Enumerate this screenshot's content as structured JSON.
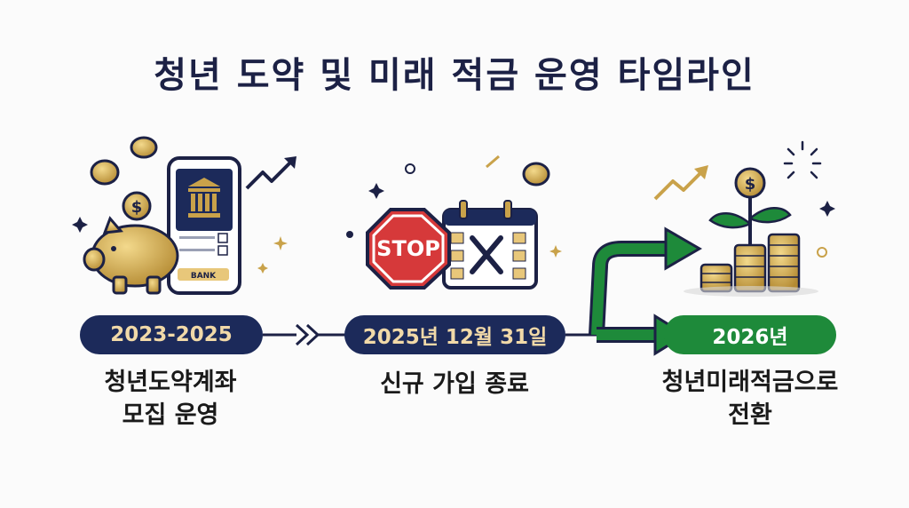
{
  "title": "청년 도약 및 미래 적금 운영 타임라인",
  "steps": [
    {
      "period": "2023-2025",
      "caption_line1": "청년도약계좌",
      "caption_line2": "모집 운영"
    },
    {
      "period": "2025년 12월 31일",
      "caption_line1": "신규 가입 종료",
      "caption_line2": ""
    },
    {
      "period": "2026년",
      "caption_line1": "청년미래적금으로",
      "caption_line2": "전환"
    }
  ],
  "icons": {
    "bank_label": "BANK",
    "stop_label": "STOP",
    "dollar_sign": "$"
  },
  "colors": {
    "navy": "#1c2a5a",
    "green": "#1e8a3a",
    "gold": "#c9a24a"
  }
}
